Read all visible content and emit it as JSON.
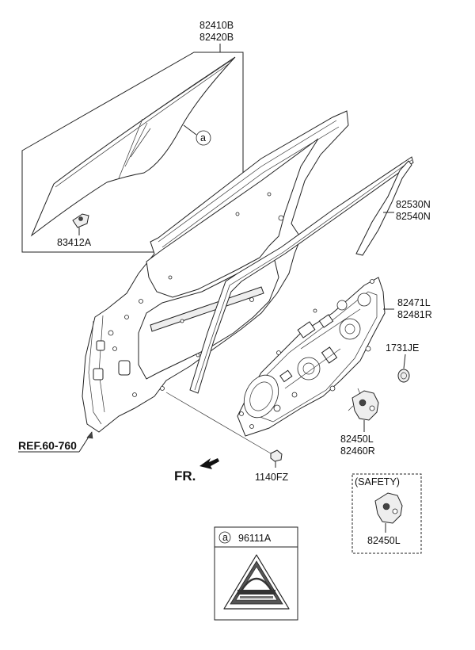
{
  "labels": {
    "glass": [
      "82410B",
      "82420B"
    ],
    "glass_clip": "83412A",
    "run_channel": [
      "82530N",
      "82540N"
    ],
    "module_panel": [
      "82471L",
      "82481R"
    ],
    "plug": "1731JE",
    "regulator": [
      "82450L",
      "82460R"
    ],
    "screw": "1140FZ",
    "ref": "REF.60-760",
    "front": "FR.",
    "safety_title": "(SAFETY)",
    "safety_part": "82450L",
    "callout_letter": "a",
    "callout_part": "96111A"
  }
}
